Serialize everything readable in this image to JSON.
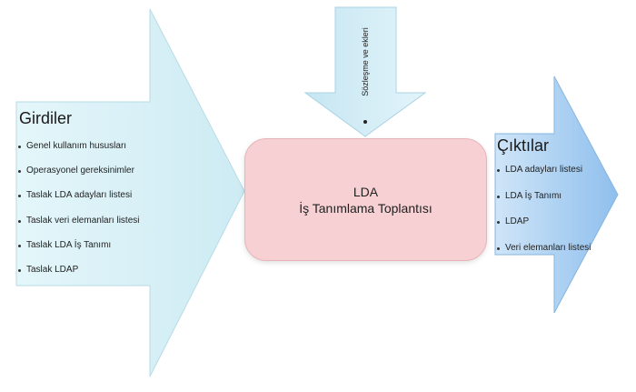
{
  "inputs": {
    "title": "Girdiler",
    "items": [
      "Genel kullanım hususları",
      "Operasyonel gereksinimler",
      "Taslak LDA adayları listesi",
      "Taslak veri elemanları listesi",
      "Taslak LDA İş Tanımı",
      "Taslak LDAP"
    ]
  },
  "meeting": {
    "line1": "LDA",
    "line2": "İş Tanımlama Toplantısı"
  },
  "top_input": {
    "label": "Sözleşme ve ekleri"
  },
  "outputs": {
    "title": "Çıktılar",
    "items": [
      "LDA adayları listesi",
      "LDA İş Tanımı",
      "LDAP",
      "Veri elemanları listesi"
    ]
  },
  "colors": {
    "inputs_arrow": "#d6f0f6",
    "top_arrow": "#cdeaf4",
    "outputs_arrow": "#a7cdf0",
    "meeting_box": "#f7d0d4"
  }
}
